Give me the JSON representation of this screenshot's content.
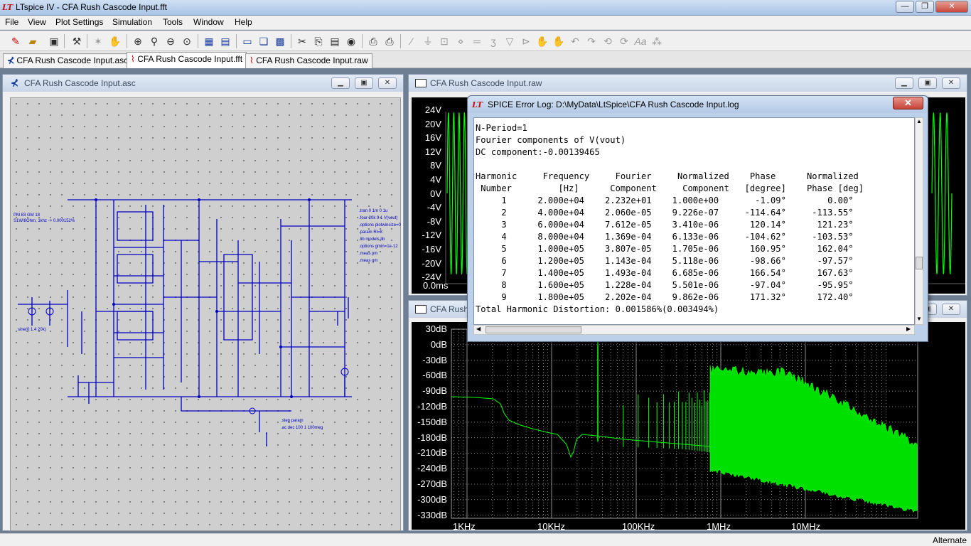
{
  "window": {
    "title": "LTspice IV - CFA Rush Cascode Input.fft",
    "logo": "LT",
    "minimize": "—",
    "restore": "❐",
    "close": "✕"
  },
  "menu": [
    "File",
    "View",
    "Plot Settings",
    "Simulation",
    "Tools",
    "Window",
    "Help"
  ],
  "toolbar_icons": [
    "new-schematic-icon",
    "open-icon",
    "save-icon",
    "control-panel-icon",
    "run-icon",
    "halt-icon",
    "zoom-in-icon",
    "zoom-box-icon",
    "zoom-out-icon",
    "zoom-full-icon",
    "autorange-icon",
    "tile-horizontal-icon",
    "cascade-icon",
    "close-all-icon",
    "cut-icon",
    "copy-icon",
    "paste-icon",
    "find-icon",
    "print-preview-icon",
    "print-icon",
    "wire-icon",
    "ground-icon",
    "label-icon",
    "resistor-icon",
    "capacitor-icon",
    "inductor-icon",
    "diode-icon",
    "component-icon",
    "move-icon",
    "drag-icon",
    "undo-icon",
    "redo-icon",
    "rotate-icon",
    "mirror-icon",
    "text-icon",
    "spice-directive-icon"
  ],
  "tabs": [
    "CFA Rush Cascode Input.asc",
    "CFA Rush Cascode Input.fft",
    "CFA Rush Cascode Input.raw"
  ],
  "schematic": {
    "title": "CFA Rush Cascode Input.asc",
    "note_line1": "PM 83 GM 18",
    "note_line2": "S1W/8Ohm, 1khz -> 0.000152%"
  },
  "raw_plot": {
    "title": "CFA Rush Cascode Input.raw",
    "y_labels": [
      "24V",
      "20V",
      "16V",
      "12V",
      "8V",
      "4V",
      "0V",
      "-4V",
      "-8V",
      "-12V",
      "-16V",
      "-20V",
      "-24V"
    ],
    "x_start": "0.0ms",
    "color": "#00ff00"
  },
  "fft_plot": {
    "title_partial": "CFA Rush C",
    "y_labels": [
      "30dB",
      "0dB",
      "-30dB",
      "-60dB",
      "-90dB",
      "-120dB",
      "-150dB",
      "-180dB",
      "-210dB",
      "-240dB",
      "-270dB",
      "-300dB",
      "-330dB"
    ],
    "x_labels": [
      "1KHz",
      "10KHz",
      "100KHz",
      "1MHz",
      "10MHz"
    ],
    "color": "#00ff00"
  },
  "error_log": {
    "title": "SPICE Error Log: D:\\MyData\\LtSpice\\CFA Rush Cascode Input.log",
    "close": "✕",
    "lines": [
      "N-Period=1",
      "Fourier components of V(vout)",
      "DC component:-0.00139465",
      "",
      "Harmonic     Frequency     Fourier     Normalized    Phase      Normalized",
      " Number         [Hz]      Component     Component   [degree]    Phase [deg]",
      "     1      2.000e+04    2.232e+01    1.000e+00       -1.09°        0.00°",
      "     2      4.000e+04    2.060e-05    9.226e-07     -114.64°     -113.55°",
      "     3      6.000e+04    7.612e-05    3.410e-06      120.14°      121.23°",
      "     4      8.000e+04    1.369e-04    6.133e-06     -104.62°     -103.53°",
      "     5      1.000e+05    3.807e-05    1.705e-06      160.95°      162.04°",
      "     6      1.200e+05    1.143e-04    5.118e-06      -98.66°      -97.57°",
      "     7      1.400e+05    1.493e-04    6.685e-06      166.54°      167.63°",
      "     8      1.600e+05    1.228e-04    5.501e-06      -97.04°      -95.95°",
      "     9      1.800e+05    2.202e-04    9.862e-06      171.32°      172.40°",
      "Total Harmonic Distortion: 0.001586%(0.003494%)"
    ]
  },
  "status": "Alternate"
}
